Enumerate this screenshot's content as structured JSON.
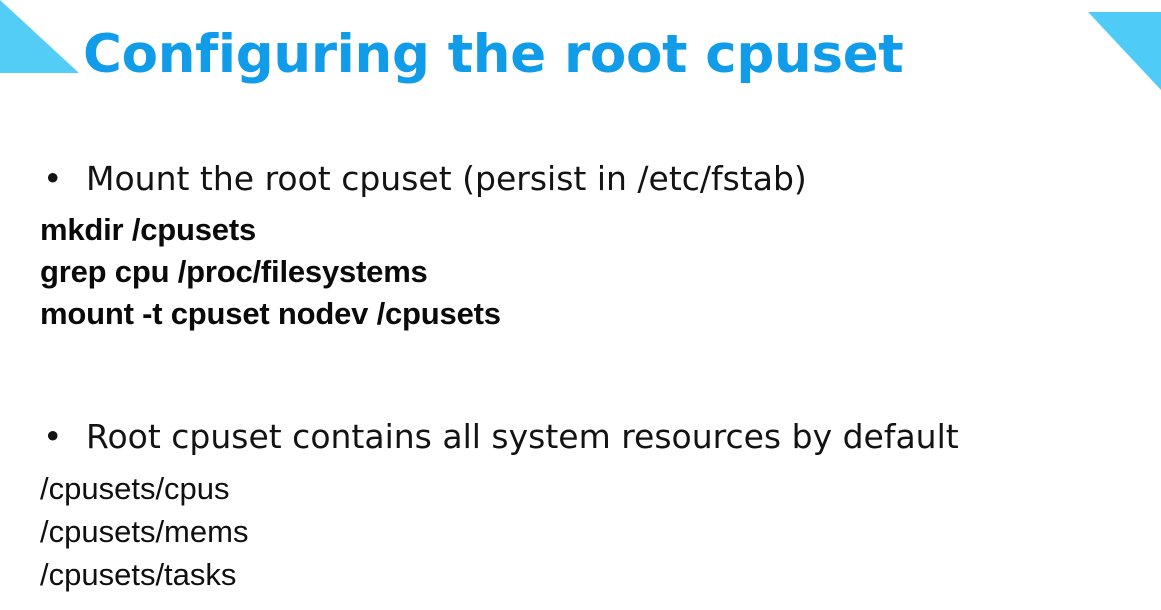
{
  "slide": {
    "title": "Configuring the root cpuset",
    "title_color": "#109ce8",
    "background_color": "#ffffff",
    "decoration_color": "#54cdf6",
    "bullet_glyph": "•",
    "sections": [
      {
        "bullet": "Mount the root cpuset (persist in /etc/fstab)",
        "lines": [
          "mkdir /cpusets",
          "grep cpu /proc/filesystems",
          "mount -t cpuset nodev /cpusets"
        ]
      },
      {
        "bullet": "Root cpuset contains all system resources by default",
        "lines": [
          "/cpusets/cpus",
          "/cpusets/mems",
          "/cpusets/tasks"
        ]
      }
    ]
  }
}
